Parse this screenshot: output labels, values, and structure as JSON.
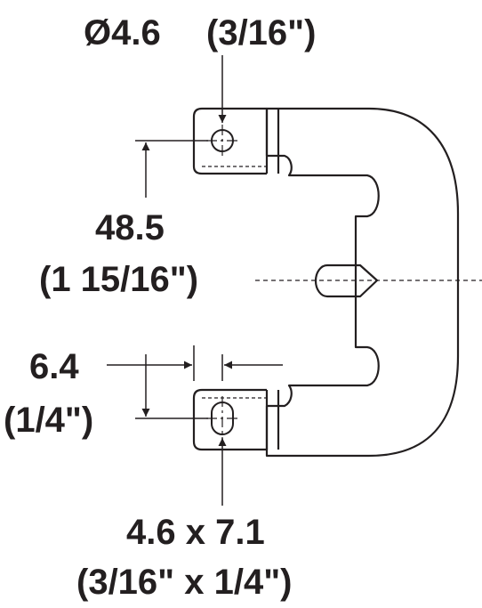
{
  "dimensions": {
    "hole_diameter": {
      "metric": "Ø4.6",
      "imperial": "(3/16\")"
    },
    "hole_spacing": {
      "metric": "48.5",
      "imperial": "(1 15/16\")"
    },
    "tab_offset": {
      "metric": "6.4",
      "imperial": "(1/4\")"
    },
    "slot_size": {
      "metric": "4.6 x 7.1",
      "imperial": "(3/16\" x 1/4\")"
    }
  },
  "colors": {
    "ink": "#231f20",
    "background": "#ffffff"
  }
}
